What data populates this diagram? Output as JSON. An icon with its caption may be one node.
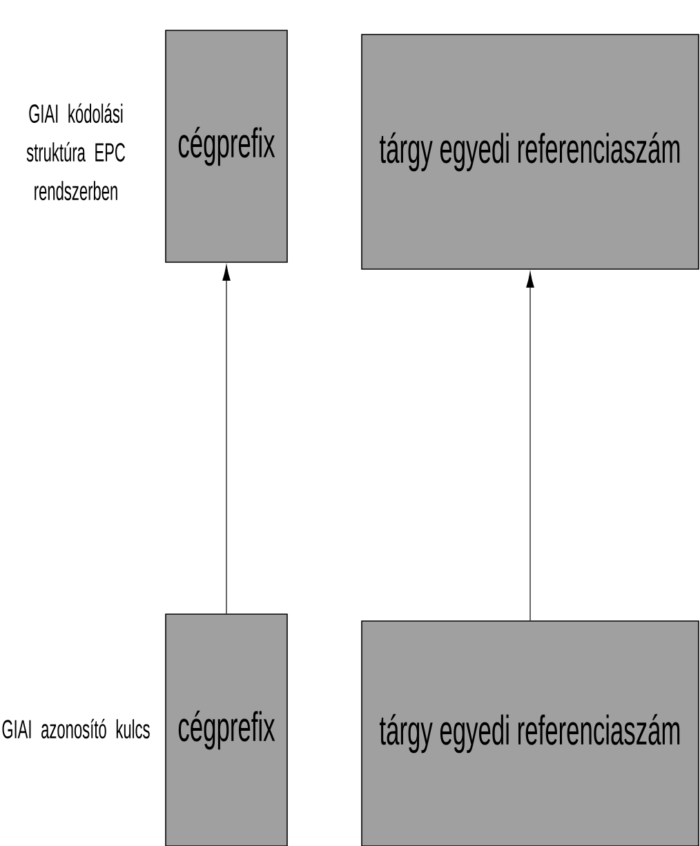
{
  "diagram": {
    "nodes": [
      {
        "text": [
          "cégprefix"
        ]
      },
      {
        "text": [
          "tárgy egyedi referenciaszám"
        ]
      },
      {
        "text": [
          "cégprefix"
        ]
      },
      {
        "text": [
          "tárgy egyedi referenciaszám"
        ]
      }
    ],
    "edges": [
      {
        "from": 2,
        "to": 0,
        "arrow": "to"
      },
      {
        "from": 3,
        "to": 1,
        "arrow": "to"
      }
    ],
    "labels": [
      "GIAI kódolási struktúra EPC rendszerben",
      "GIAI azonosító kulcs"
    ]
  }
}
